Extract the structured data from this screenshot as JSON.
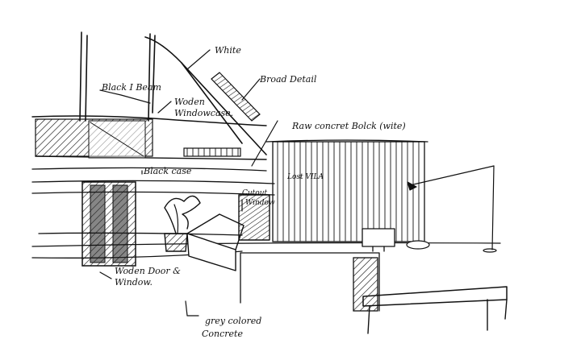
{
  "annotations": {
    "white": "White",
    "broad_detail": "Broad Detail",
    "black_i_beam": "Black I Beam",
    "wooden_windowcase_line1": "Woden",
    "wooden_windowcase_line2": "Windowcase.",
    "raw_concrete_block": "Raw concret Bolck (wite)",
    "black_case": "Black case",
    "cutout_window_line1": "Cutout",
    "cutout_window_line2": "Window",
    "lost_villa": "Lost VILA",
    "wooden_door_line1": "Woden Door &",
    "wooden_door_line2": "Window.",
    "grey_concrete_line1": "grey colored",
    "grey_concrete_line2": "Concrete"
  }
}
